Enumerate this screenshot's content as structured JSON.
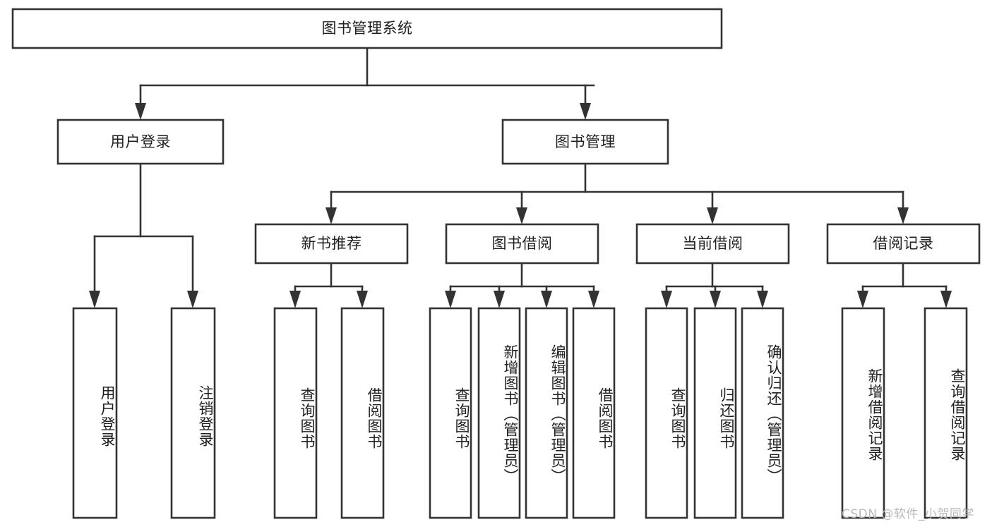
{
  "diagram": {
    "type": "tree",
    "title": "图书管理系统",
    "watermark": "CSDN @软件_小贺同学",
    "nodes": {
      "root": {
        "label": "图书管理系统",
        "level": 0,
        "orientation": "horizontal"
      },
      "user_login": {
        "label": "用户登录",
        "level": 1,
        "orientation": "horizontal"
      },
      "book_manage": {
        "label": "图书管理",
        "level": 1,
        "orientation": "horizontal"
      },
      "new_book_rec": {
        "label": "新书推荐",
        "level": 2,
        "orientation": "horizontal"
      },
      "book_borrow": {
        "label": "图书借阅",
        "level": 2,
        "orientation": "horizontal"
      },
      "current_borrow": {
        "label": "当前借阅",
        "level": 2,
        "orientation": "horizontal"
      },
      "borrow_record": {
        "label": "借阅记录",
        "level": 2,
        "orientation": "horizontal"
      },
      "leaf_user_login": {
        "label": "用户登录",
        "level": 3,
        "orientation": "vertical"
      },
      "leaf_logout": {
        "label": "注销登录",
        "level": 3,
        "orientation": "vertical"
      },
      "leaf_query_book_1": {
        "label": "查询图书",
        "level": 3,
        "orientation": "vertical"
      },
      "leaf_borrow_book_1": {
        "label": "借阅图书",
        "level": 3,
        "orientation": "vertical"
      },
      "leaf_query_book_2": {
        "label": "查询图书",
        "level": 3,
        "orientation": "vertical"
      },
      "leaf_add_book": {
        "label": "新增图书（管理员）",
        "level": 3,
        "orientation": "vertical"
      },
      "leaf_edit_book": {
        "label": "编辑图书（管理员）",
        "level": 3,
        "orientation": "vertical"
      },
      "leaf_borrow_book_2": {
        "label": "借阅图书",
        "level": 3,
        "orientation": "vertical"
      },
      "leaf_query_book_3": {
        "label": "查询图书",
        "level": 3,
        "orientation": "vertical"
      },
      "leaf_return_book": {
        "label": "归还图书",
        "level": 3,
        "orientation": "vertical"
      },
      "leaf_confirm_return": {
        "label": "确认归还（管理员）",
        "level": 3,
        "orientation": "vertical"
      },
      "leaf_add_record": {
        "label": "新增借阅记录",
        "level": 3,
        "orientation": "vertical"
      },
      "leaf_query_record": {
        "label": "查询借阅记录",
        "level": 3,
        "orientation": "vertical"
      }
    },
    "edges": [
      {
        "from": "root",
        "to": "user_login"
      },
      {
        "from": "root",
        "to": "book_manage"
      },
      {
        "from": "user_login",
        "to": "leaf_user_login"
      },
      {
        "from": "user_login",
        "to": "leaf_logout"
      },
      {
        "from": "book_manage",
        "to": "new_book_rec"
      },
      {
        "from": "book_manage",
        "to": "book_borrow"
      },
      {
        "from": "book_manage",
        "to": "current_borrow"
      },
      {
        "from": "book_manage",
        "to": "borrow_record"
      },
      {
        "from": "new_book_rec",
        "to": "leaf_query_book_1"
      },
      {
        "from": "new_book_rec",
        "to": "leaf_borrow_book_1"
      },
      {
        "from": "book_borrow",
        "to": "leaf_query_book_2"
      },
      {
        "from": "book_borrow",
        "to": "leaf_add_book"
      },
      {
        "from": "book_borrow",
        "to": "leaf_edit_book"
      },
      {
        "from": "book_borrow",
        "to": "leaf_borrow_book_2"
      },
      {
        "from": "current_borrow",
        "to": "leaf_query_book_3"
      },
      {
        "from": "current_borrow",
        "to": "leaf_return_book"
      },
      {
        "from": "current_borrow",
        "to": "leaf_confirm_return"
      },
      {
        "from": "borrow_record",
        "to": "leaf_add_record"
      },
      {
        "from": "borrow_record",
        "to": "leaf_query_record"
      }
    ],
    "colors": {
      "box_stroke": "#333333",
      "box_fill": "#ffffff",
      "text": "#1f1f1f",
      "watermark": "#b9b9b9",
      "background": "#ffffff"
    }
  }
}
